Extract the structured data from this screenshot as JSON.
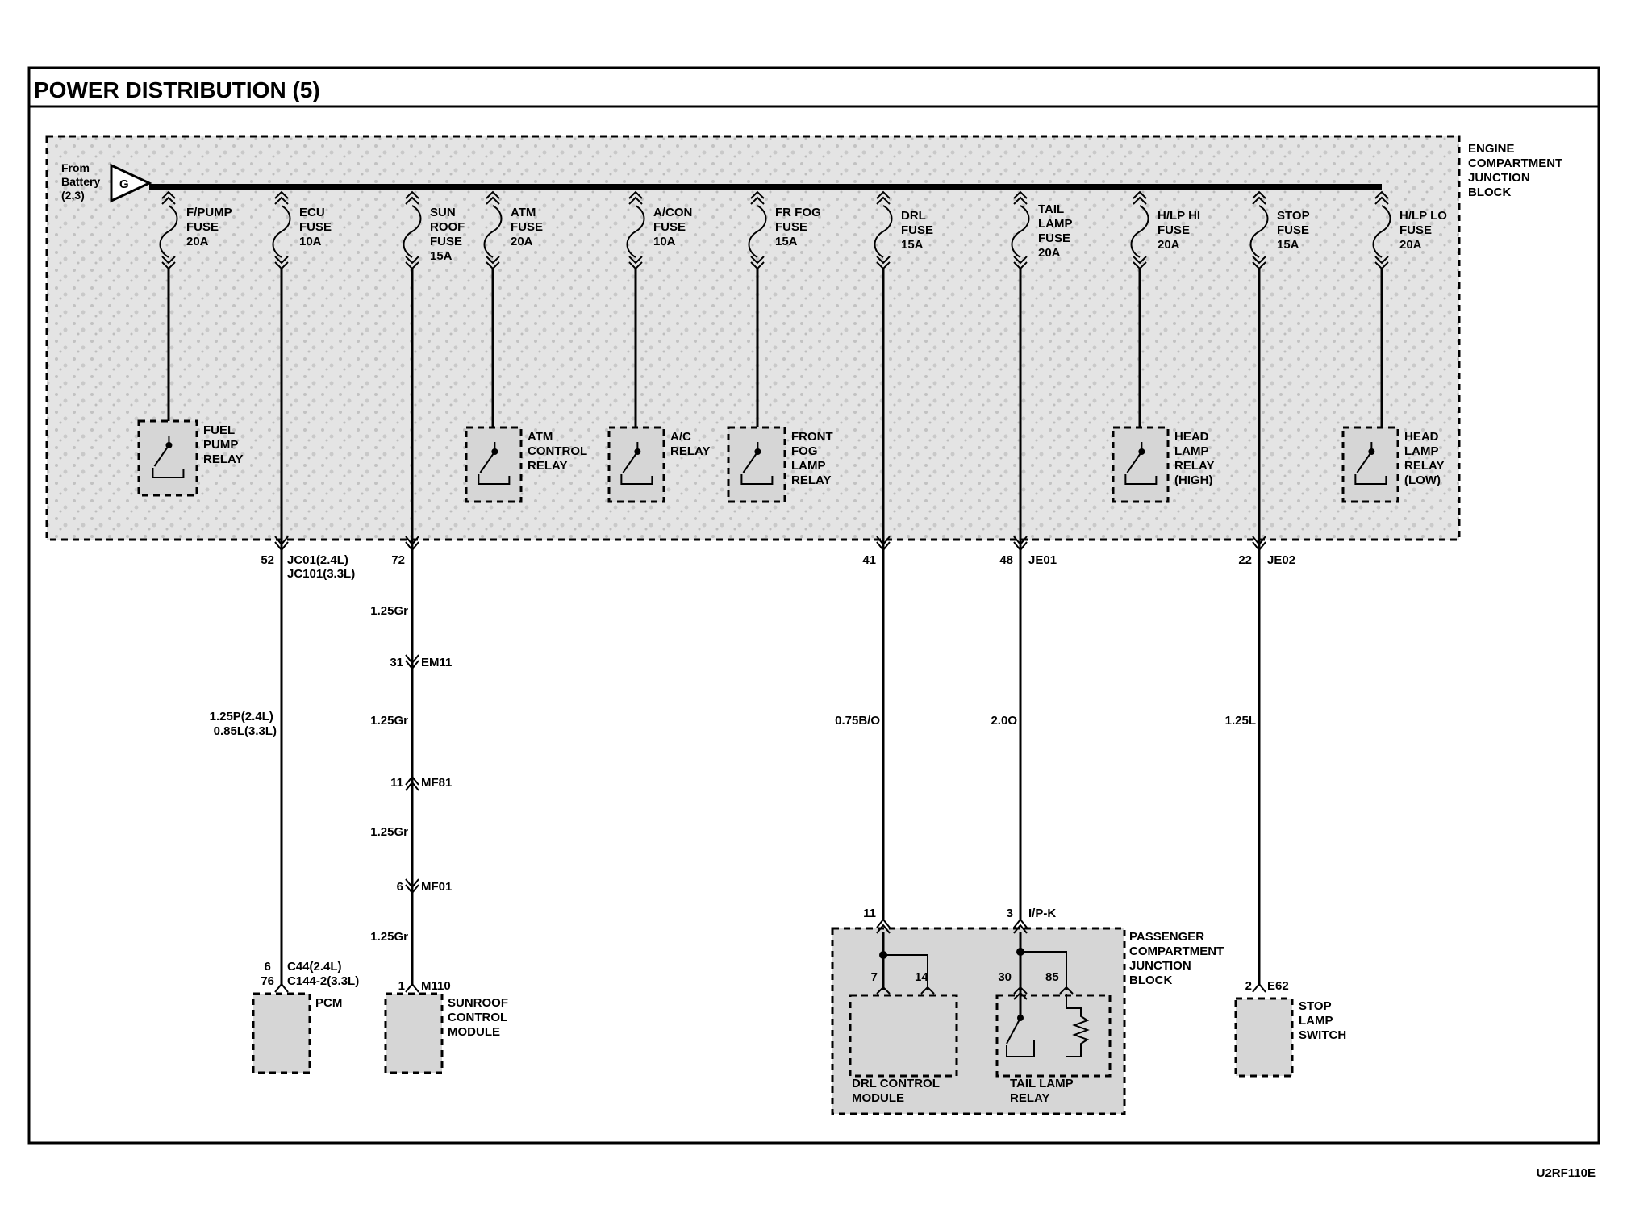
{
  "title": "POWER DISTRIBUTION (5)",
  "figure_code": "U2RF110E",
  "source": {
    "lines": [
      "From",
      "Battery",
      "(2,3)"
    ],
    "terminal": "G"
  },
  "engine_block": {
    "lines": [
      "ENGINE",
      "COMPARTMENT",
      "JUNCTION",
      "BLOCK"
    ]
  },
  "passenger_block": {
    "lines": [
      "PASSENGER",
      "COMPARTMENT",
      "JUNCTION",
      "BLOCK"
    ]
  },
  "fuses": [
    {
      "id": "fpump",
      "lines": [
        "F/PUMP",
        "FUSE",
        "20A"
      ]
    },
    {
      "id": "ecu",
      "lines": [
        "ECU",
        "FUSE",
        "10A"
      ]
    },
    {
      "id": "sunroof",
      "lines": [
        "SUN",
        "ROOF",
        "FUSE",
        "15A"
      ]
    },
    {
      "id": "atm",
      "lines": [
        "ATM",
        "FUSE",
        "20A"
      ]
    },
    {
      "id": "acon",
      "lines": [
        "A/CON",
        "FUSE",
        "10A"
      ]
    },
    {
      "id": "frfog",
      "lines": [
        "FR FOG",
        "FUSE",
        "15A"
      ]
    },
    {
      "id": "drl",
      "lines": [
        "DRL",
        "FUSE",
        "15A"
      ]
    },
    {
      "id": "tail",
      "lines": [
        "TAIL",
        "LAMP",
        "FUSE",
        "20A"
      ]
    },
    {
      "id": "hlphi",
      "lines": [
        "H/LP HI",
        "FUSE",
        "20A"
      ]
    },
    {
      "id": "stop",
      "lines": [
        "STOP",
        "FUSE",
        "15A"
      ]
    },
    {
      "id": "hlplo",
      "lines": [
        "H/LP LO",
        "FUSE",
        "20A"
      ]
    }
  ],
  "relays": [
    {
      "id": "fuelpump",
      "lines": [
        "FUEL",
        "PUMP",
        "RELAY"
      ]
    },
    {
      "id": "atmcontrol",
      "lines": [
        "ATM",
        "CONTROL",
        "RELAY"
      ]
    },
    {
      "id": "ac",
      "lines": [
        "A/C",
        "RELAY"
      ]
    },
    {
      "id": "frontfog",
      "lines": [
        "FRONT",
        "FOG",
        "LAMP",
        "RELAY"
      ]
    },
    {
      "id": "headhigh",
      "lines": [
        "HEAD",
        "LAMP",
        "RELAY",
        "(HIGH)"
      ]
    },
    {
      "id": "headlow",
      "lines": [
        "HEAD",
        "LAMP",
        "RELAY",
        "(LOW)"
      ]
    }
  ],
  "circuits": {
    "ecu": {
      "pin_top": "52",
      "conn_top": [
        "JC01(2.4L)",
        "JC101(3.3L)"
      ],
      "wire": [
        "1.25P(2.4L)",
        "0.85L(3.3L)"
      ],
      "pin_bottom": [
        "6",
        "76"
      ],
      "conn_bottom": [
        "C44(2.4L)",
        "C144-2(3.3L)"
      ],
      "component": [
        "PCM"
      ]
    },
    "sunroof": {
      "pin_top": "72",
      "wires": [
        "1.25Gr",
        "1.25Gr",
        "1.25Gr",
        "1.25Gr"
      ],
      "connectors": [
        {
          "pin": "31",
          "name": "EM11"
        },
        {
          "pin": "11",
          "name": "MF81"
        },
        {
          "pin": "6",
          "name": "MF01"
        }
      ],
      "pin_bottom": "1",
      "conn_bottom": "M110",
      "component": [
        "SUNROOF",
        "CONTROL",
        "MODULE"
      ]
    },
    "drl": {
      "pin_top": "41",
      "wire": "0.75B/O",
      "pin_pj": "11",
      "pins_module": [
        "7",
        "14"
      ],
      "component": [
        "DRL CONTROL",
        "MODULE"
      ]
    },
    "tail": {
      "pin_top": "48",
      "conn_top": "JE01",
      "wire": "2.0O",
      "pin_pj": "3",
      "conn_pj": "I/P-K",
      "pins_relay": [
        "30",
        "85"
      ],
      "component": [
        "TAIL LAMP",
        "RELAY"
      ]
    },
    "stop": {
      "pin_top": "22",
      "conn_top": "JE02",
      "wire": "1.25L",
      "pin_bottom": "2",
      "conn_bottom": "E62",
      "component": [
        "STOP",
        "LAMP",
        "SWITCH"
      ]
    }
  },
  "colors": {
    "line": "#000000",
    "box_fill": "#d6d6d6",
    "background": "#ffffff"
  }
}
